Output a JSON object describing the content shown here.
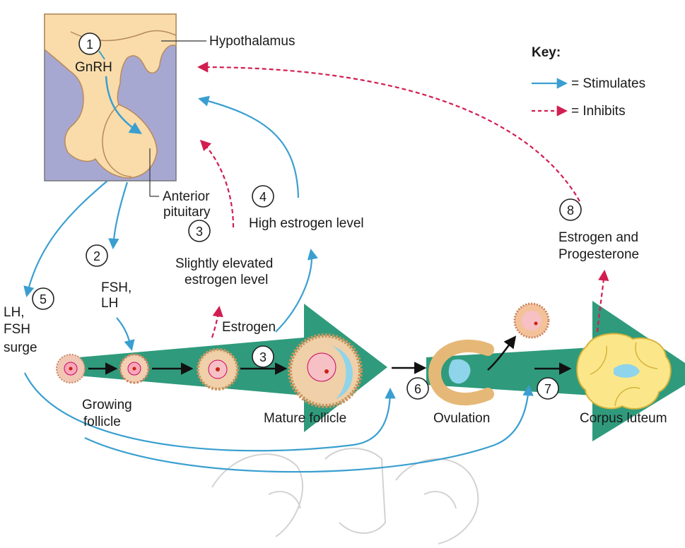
{
  "labels": {
    "hypothalamus": "Hypothalamus",
    "gnrh": "GnRH",
    "anterior": "Anterior",
    "pituitary": "pituitary",
    "step2_line1": "FSH,",
    "step2_line2": "LH",
    "step3_line1": "Slightly elevated",
    "step3_line2": "estrogen level",
    "step4": "High estrogen level",
    "step5_line1": "LH,",
    "step5_line2": "FSH",
    "step5_line3": "surge",
    "estrogen": "Estrogen",
    "growing_line1": "Growing",
    "growing_line2": "follicle",
    "mature_follicle": "Mature follicle",
    "ovulation": "Ovulation",
    "corpus_luteum": "Corpus luteum",
    "step8_line1": "Estrogen and",
    "step8_line2": "Progesterone"
  },
  "step_numbers": {
    "n1": "1",
    "n2": "2",
    "n3a": "3",
    "n3b": "3",
    "n4": "4",
    "n5": "5",
    "n6": "6",
    "n7": "7",
    "n8": "8"
  },
  "key": {
    "title": "Key:",
    "stimulates": "= Stimulates",
    "inhibits": "= Inhibits",
    "stimulates_color": "#3a9fd0",
    "inhibits_color": "#d21d50"
  },
  "colors": {
    "tissue": "#f9dcaa",
    "pituitary_bg": "#a7a8d2",
    "band": "#2f9b7c",
    "follicle_wall": "#d9a06a",
    "antrum": "#8ed4ea",
    "corpus": "#fbe78a"
  }
}
